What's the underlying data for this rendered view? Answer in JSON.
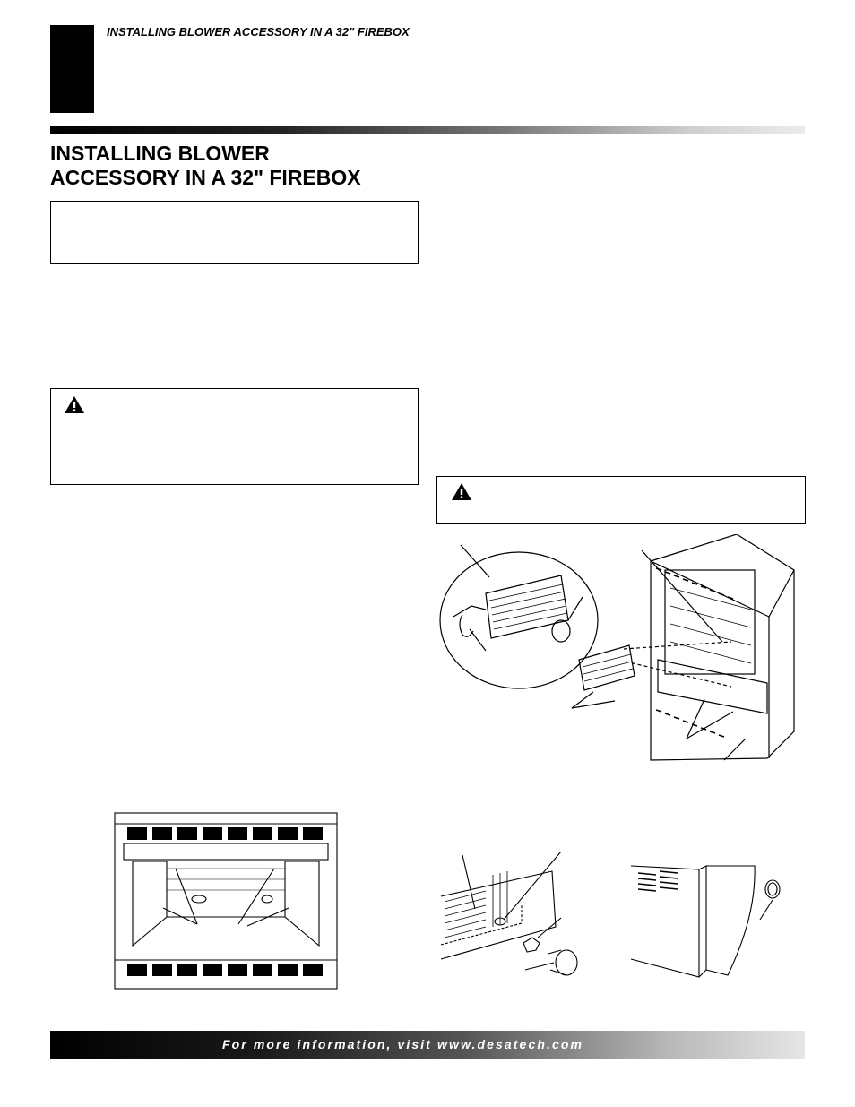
{
  "header": {
    "running_title": "INSTALLING BLOWER ACCESSORY IN A 32\" FIREBOX"
  },
  "section": {
    "title": "INSTALLING BLOWER\nACCESSORY IN A 32\" FIREBOX"
  },
  "icons": {
    "warning": "warning-triangle-icon"
  },
  "footer": {
    "text": "For more information, visit www.desatech.com"
  }
}
